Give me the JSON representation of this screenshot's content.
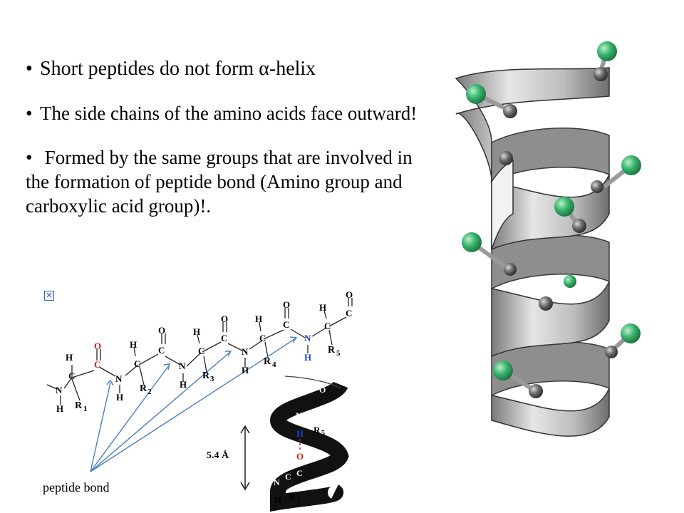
{
  "slide": {
    "bullets": [
      {
        "marker": "•",
        "text": "Short peptides do not form α-helix"
      },
      {
        "marker": "•",
        "text": "The side chains of the amino acids face outward!"
      },
      {
        "marker": "•",
        "text": " Formed by the same groups that are involved in the formation of peptide bond (Amino group and carboxylic acid group)!."
      }
    ],
    "broken_image_icon": "close-box-icon",
    "peptide_bond_label": "peptide bond",
    "helix_pitch_label": "5.4 Å",
    "chain_atoms": {
      "h": "H",
      "c": "C",
      "n": "N",
      "o": "O",
      "r1": "R",
      "r1_sub": "1",
      "r2": "R",
      "r2_sub": "2",
      "r3": "R",
      "r3_sub": "3",
      "r4": "R",
      "r4_sub": "4",
      "r5": "R",
      "r5_sub": "5"
    },
    "colors": {
      "carbonyl_red": "#d11a1a",
      "amide_blue": "#1f3fbf",
      "arrow_blue": "#4a7fc0",
      "side_chain_green": "#37b36c",
      "ribbon_gray": "#c8c8c8"
    }
  }
}
